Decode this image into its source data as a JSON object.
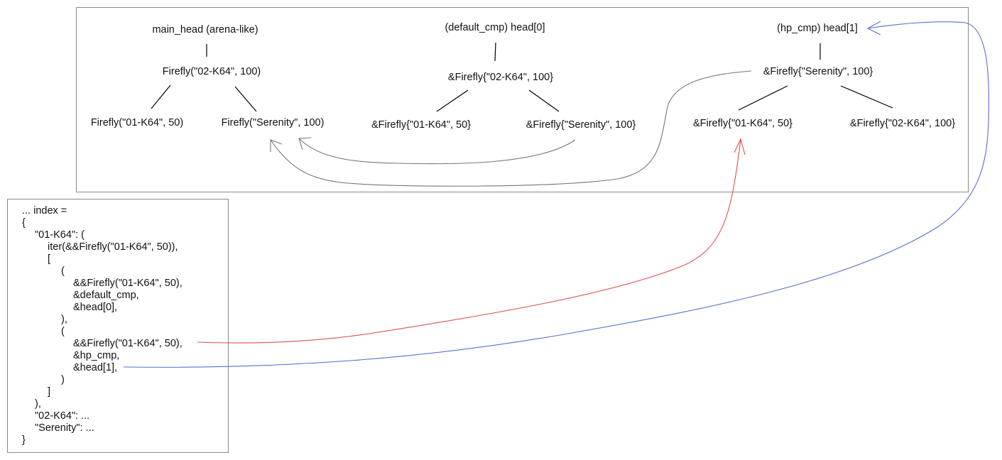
{
  "trees": [
    {
      "header": "main_head (arena-like)",
      "root": "Firefly(\"02-K64\", 100)",
      "left": "Firefly(\"01-K64\", 50)",
      "right": "Firefly(\"Serenity\", 100)"
    },
    {
      "header": "(default_cmp) head[0]",
      "root": "&Firefly{\"02-K64\", 100}",
      "left": "&Firefly{\"01-K64\", 50}",
      "right": "&Firefly{\"Serenity\", 100}"
    },
    {
      "header": "(hp_cmp) head[1]",
      "root": "&Firefly{\"Serenity\", 100}",
      "left": "&Firefly{\"01-K64\", 50}",
      "right": "&Firefly{\"02-K64\", 100}"
    }
  ],
  "index_code": [
    "... index =",
    "{",
    "    \"01-K64\": (",
    "        iter(&&Firefly(\"01-K64\", 50)),",
    "        [",
    "            (",
    "                &&Firefly(\"01-K64\", 50),",
    "                &default_cmp,",
    "                &head[0],",
    "            ),",
    "            (",
    "                &&Firefly(\"01-K64\", 50),",
    "                &hp_cmp,",
    "                &head[1],",
    "            )",
    "        ]",
    "    ),",
    "    \"02-K64\": ...",
    "    \"Serenity\": ...",
    "}"
  ],
  "colors": {
    "box_border": "#8a8a8a",
    "tree_edge": "#000000",
    "pointer_gray": "#777777",
    "pointer_red": "#d9534f",
    "pointer_blue": "#5a6fd0"
  }
}
